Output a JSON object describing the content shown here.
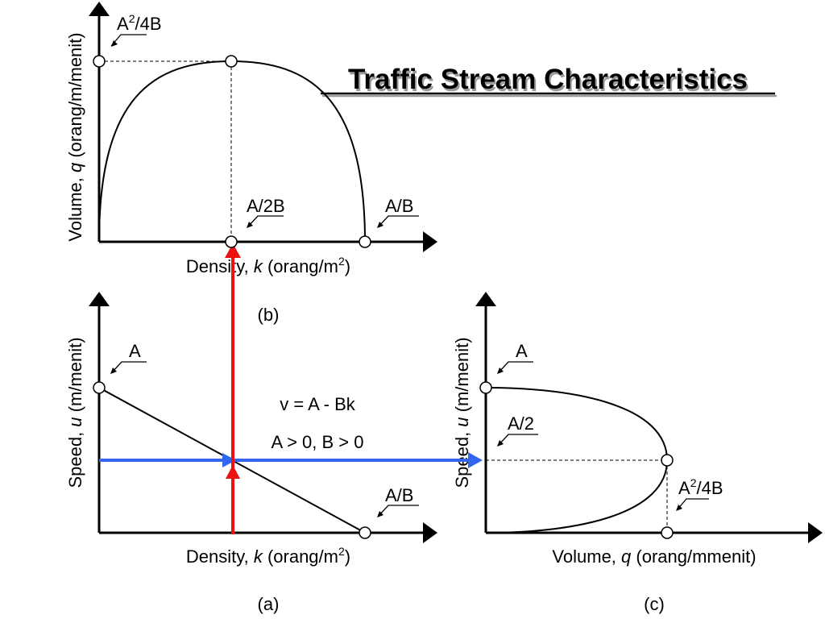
{
  "title": "Traffic Stream Characteristics",
  "colors": {
    "vertical_arrow": "#ee1111",
    "horizontal_arrow": "#3366ee",
    "line": "#000000"
  },
  "panel_b": {
    "caption": "(b)",
    "y_axis": {
      "prefix": "Volume, ",
      "var": "q",
      "suffix": " (orang/m/menit)"
    },
    "x_axis": {
      "prefix": "Density, ",
      "var": "k",
      "suffix": " (orang/m",
      "sup": "2",
      "close": ")"
    },
    "peak_label": {
      "base": "A",
      "sup": "2",
      "rest": "/4B"
    },
    "mid_label": "A/2B",
    "end_label": "A/B"
  },
  "panel_a": {
    "caption": "(a)",
    "y_axis": {
      "prefix": "Speed, ",
      "var": "u",
      "suffix": " (m/menit)"
    },
    "x_axis": {
      "prefix": "Density, ",
      "var": "k",
      "suffix": " (orang/m",
      "sup": "2",
      "close": ")"
    },
    "intercept_label": "A",
    "end_label": "A/B",
    "equation": "v = A - Bk",
    "condition": "A > 0, B > 0"
  },
  "panel_c": {
    "caption": "(c)",
    "y_axis": {
      "prefix": "Speed, ",
      "var": "u",
      "suffix": " (m/menit)"
    },
    "x_axis": {
      "prefix": "Volume, ",
      "var": "q",
      "suffix": " (orang/mmenit)"
    },
    "top_label": "A",
    "mid_label": "A/2",
    "cap_label": {
      "base": "A",
      "sup": "2",
      "rest": "/4B"
    }
  }
}
